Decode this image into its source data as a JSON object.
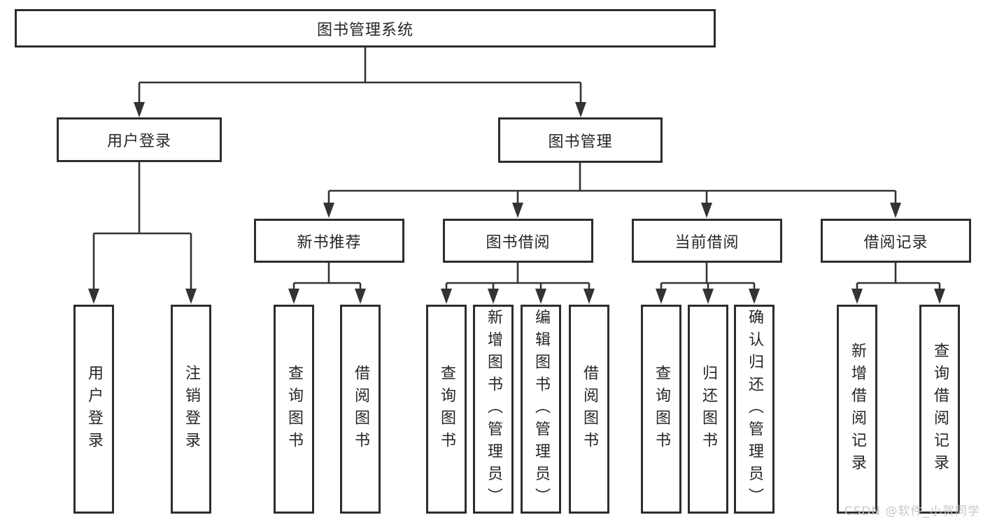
{
  "tree": {
    "root": {
      "label": "图书管理系统"
    },
    "branches": [
      {
        "label": "用户登录",
        "children": [
          {
            "label": "用户登录"
          },
          {
            "label": "注销登录"
          }
        ]
      },
      {
        "label": "图书管理",
        "children": [
          {
            "label": "新书推荐",
            "children": [
              {
                "label": "查询图书"
              },
              {
                "label": "借阅图书"
              }
            ]
          },
          {
            "label": "图书借阅",
            "children": [
              {
                "label": "查询图书"
              },
              {
                "label": "新增图书（管理员）"
              },
              {
                "label": "编辑图书（管理员）"
              },
              {
                "label": "借阅图书"
              }
            ]
          },
          {
            "label": "当前借阅",
            "children": [
              {
                "label": "查询图书"
              },
              {
                "label": "归还图书"
              },
              {
                "label": "确认归还（管理员）"
              }
            ]
          },
          {
            "label": "借阅记录",
            "children": [
              {
                "label": "新增借阅记录"
              },
              {
                "label": "查询借阅记录"
              }
            ]
          }
        ]
      }
    ]
  },
  "watermark": {
    "text": "CSDN @软件_小贺同学"
  },
  "colors": {
    "line": "#333333",
    "box_border": "#2d2d2d",
    "text": "#262626",
    "watermark": "#c5c5c5",
    "background": "#ffffff"
  }
}
